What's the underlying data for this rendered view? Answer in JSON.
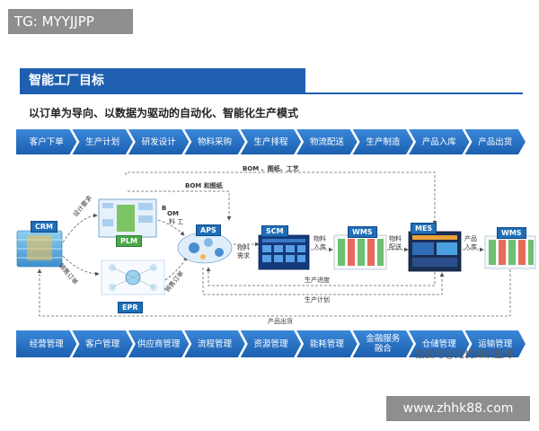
{
  "watermarks": {
    "top_left": "TG: MYYJJPP",
    "bottom_right": "www.zhhk88.com",
    "sohu": "搜狐号@无忧知识星球"
  },
  "header": {
    "title": "智能工厂目标",
    "subtitle": "以订单为导向、以数据为驱动的自动化、智能化生产模式"
  },
  "top_process": [
    "客户下单",
    "生产计划",
    "研发设计",
    "物料采购",
    "生产排程",
    "物流配送",
    "生产制造",
    "产品入库",
    "产品出货"
  ],
  "bottom_process": [
    "经营管理",
    "客户管理",
    "供应商管理",
    "流程管理",
    "资源管理",
    "能耗管理",
    "金融服务\n融合",
    "仓储管理",
    "运输管理"
  ],
  "systems": {
    "crm": "CRM",
    "plm": "PLM",
    "erp": "EPR",
    "aps": "APS",
    "scm": "SCM",
    "wms1": "WMS",
    "mes": "MES",
    "wms2": "WMS"
  },
  "flow_labels": {
    "bom_drawings_process": "BOM 、图纸、工艺",
    "bom_drawings": "BOM 和图纸",
    "design_request": "设计要求",
    "sales_order": "销售订单",
    "sales_order2": "销售订单",
    "b_letter": "B",
    "om_letters": "OM",
    "material_process": "料 工",
    "material_demand": "物料\n需求",
    "material_in": "物料\n入库",
    "material_dispatch": "物料\n配送",
    "product_in": "产品\n入库",
    "production_progress": "生产进度",
    "production_plan": "生产计划",
    "product_shipment": "产品出货"
  },
  "colors": {
    "chevron_top": "#3b87d8",
    "chevron_bottom": "#1b5fb0",
    "title_bar": "#1f5fb0",
    "system_label": "#1f6fb8",
    "plm_label": "#4aa84a"
  }
}
